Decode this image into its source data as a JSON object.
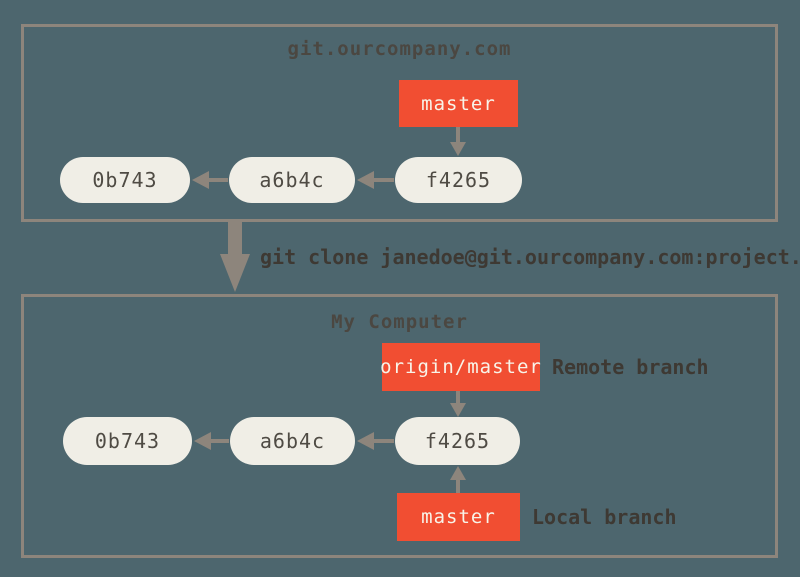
{
  "colors": {
    "background": "#4d666e",
    "frame": "#8d857c",
    "node_fill": "#f0eee6",
    "node_text": "#4f4b44",
    "branch_fill": "#f14e32",
    "branch_text": "#f8f4e9",
    "label_text": "#3e3933",
    "title_text": "#4b4741"
  },
  "server_repo": {
    "title": "git.ourcompany.com",
    "branch_label": "master",
    "commits": [
      "0b743",
      "a6b4c",
      "f4265"
    ]
  },
  "clone": {
    "command": "git clone janedoe@git.ourcompany.com:project.git"
  },
  "local_repo": {
    "title": "My Computer",
    "remote_branch_label": "origin/master",
    "remote_branch_annotation": "Remote branch",
    "local_branch_label": "master",
    "local_branch_annotation": "Local branch",
    "commits": [
      "0b743",
      "a6b4c",
      "f4265"
    ]
  }
}
